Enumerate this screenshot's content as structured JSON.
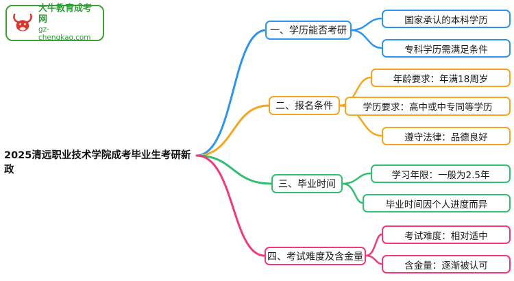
{
  "logo": {
    "site_name": "大牛教育成考网",
    "site_url": "gz-chengkao.com"
  },
  "title": "2025清远职业技术学院成考毕业生考研新政",
  "colors": {
    "blue": "#2b95f0",
    "orange": "#f7a51f",
    "green": "#2ec06e",
    "pink": "#f53775",
    "logo_green": "#3aa335",
    "logo_red": "#d9372b",
    "text": "#1a1a1a"
  },
  "branches": [
    {
      "label": "一、学历能否考研",
      "color": "#2b95f0",
      "children": [
        {
          "label": "国家承认的本科学历"
        },
        {
          "label": "专科学历需满足条件"
        }
      ]
    },
    {
      "label": "二、报名条件",
      "color": "#f7a51f",
      "children": [
        {
          "label": "年龄要求：年满18周岁"
        },
        {
          "label": "学历要求：高中或中专同等学历"
        },
        {
          "label": "遵守法律：品德良好"
        }
      ]
    },
    {
      "label": "三、毕业时间",
      "color": "#2ec06e",
      "children": [
        {
          "label": "学习年限：一般为2.5年"
        },
        {
          "label": "毕业时间因个人进度而异"
        }
      ]
    },
    {
      "label": "四、考试难度及含金量",
      "color": "#f53775",
      "children": [
        {
          "label": "考试难度：相对适中"
        },
        {
          "label": "含金量：逐渐被认可"
        }
      ]
    }
  ]
}
